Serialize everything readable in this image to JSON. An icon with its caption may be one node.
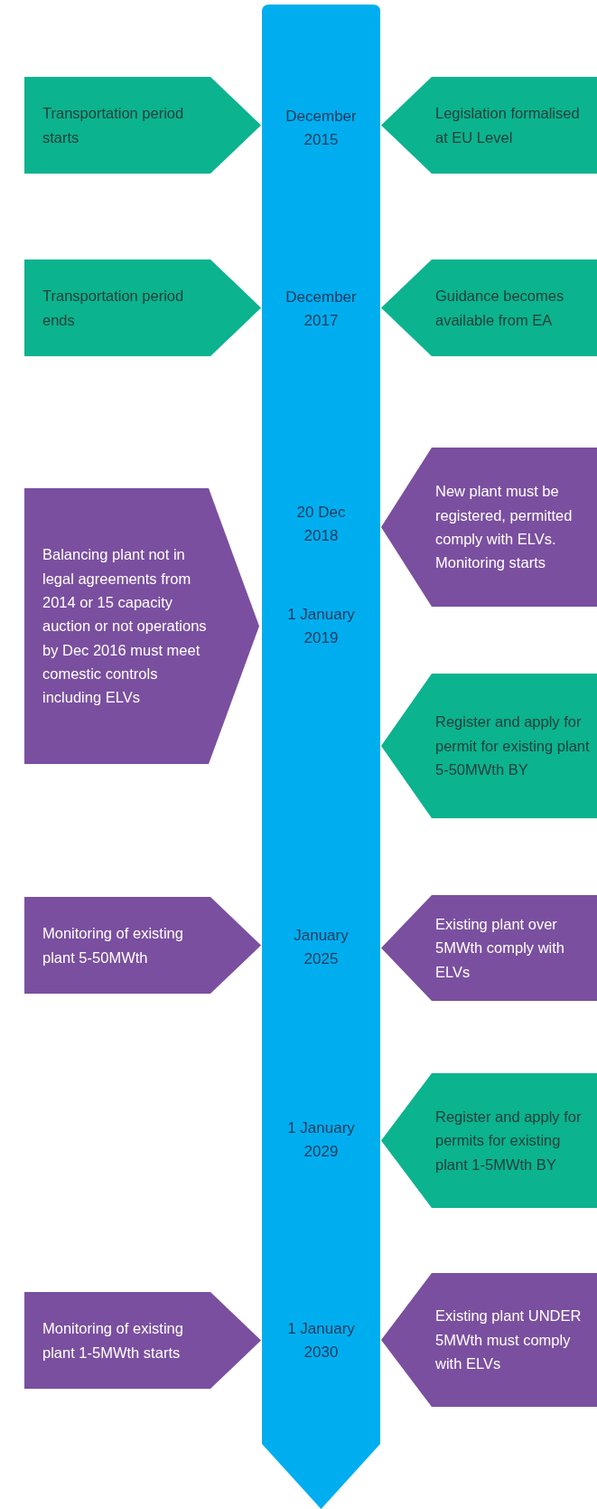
{
  "diagram": {
    "nodes": [
      {
        "text": [
          "December 2015",
          "December 2017",
          "20 Dec 2018",
          "1 January 2019",
          "January 2025",
          "1 January 2029",
          "1 January 2030"
        ]
      },
      {
        "text": [
          "Transportation period starts"
        ]
      },
      {
        "text": [
          "Legislation formalised at EU Level"
        ]
      },
      {
        "text": [
          "Transportation period ends"
        ]
      },
      {
        "text": [
          "Guidance becomes available from EA"
        ]
      },
      {
        "text": [
          "Balancing plant not in legal agreements from 2014 or 15 capacity auction or not operations by Dec 2016 must meet comestic controls including ELVs"
        ]
      },
      {
        "text": [
          "New plant must be registered, permitted comply with ELVs. Monitoring starts"
        ]
      },
      {
        "text": [
          "Register and apply for permit for existing plant 5-50MWth BY"
        ]
      },
      {
        "text": [
          "Monitoring of existing plant 5-50MWth"
        ]
      },
      {
        "text": [
          "Existing plant over 5MWth comply with ELVs"
        ]
      },
      {
        "text": [
          "Register and apply for permits for existing plant 1-5MWth BY"
        ]
      },
      {
        "text": [
          "Monitoring of existing plant 1-5MWth starts"
        ]
      },
      {
        "text": [
          "Existing plant UNDER 5MWth must comply with ELVs"
        ]
      }
    ],
    "edges": []
  }
}
